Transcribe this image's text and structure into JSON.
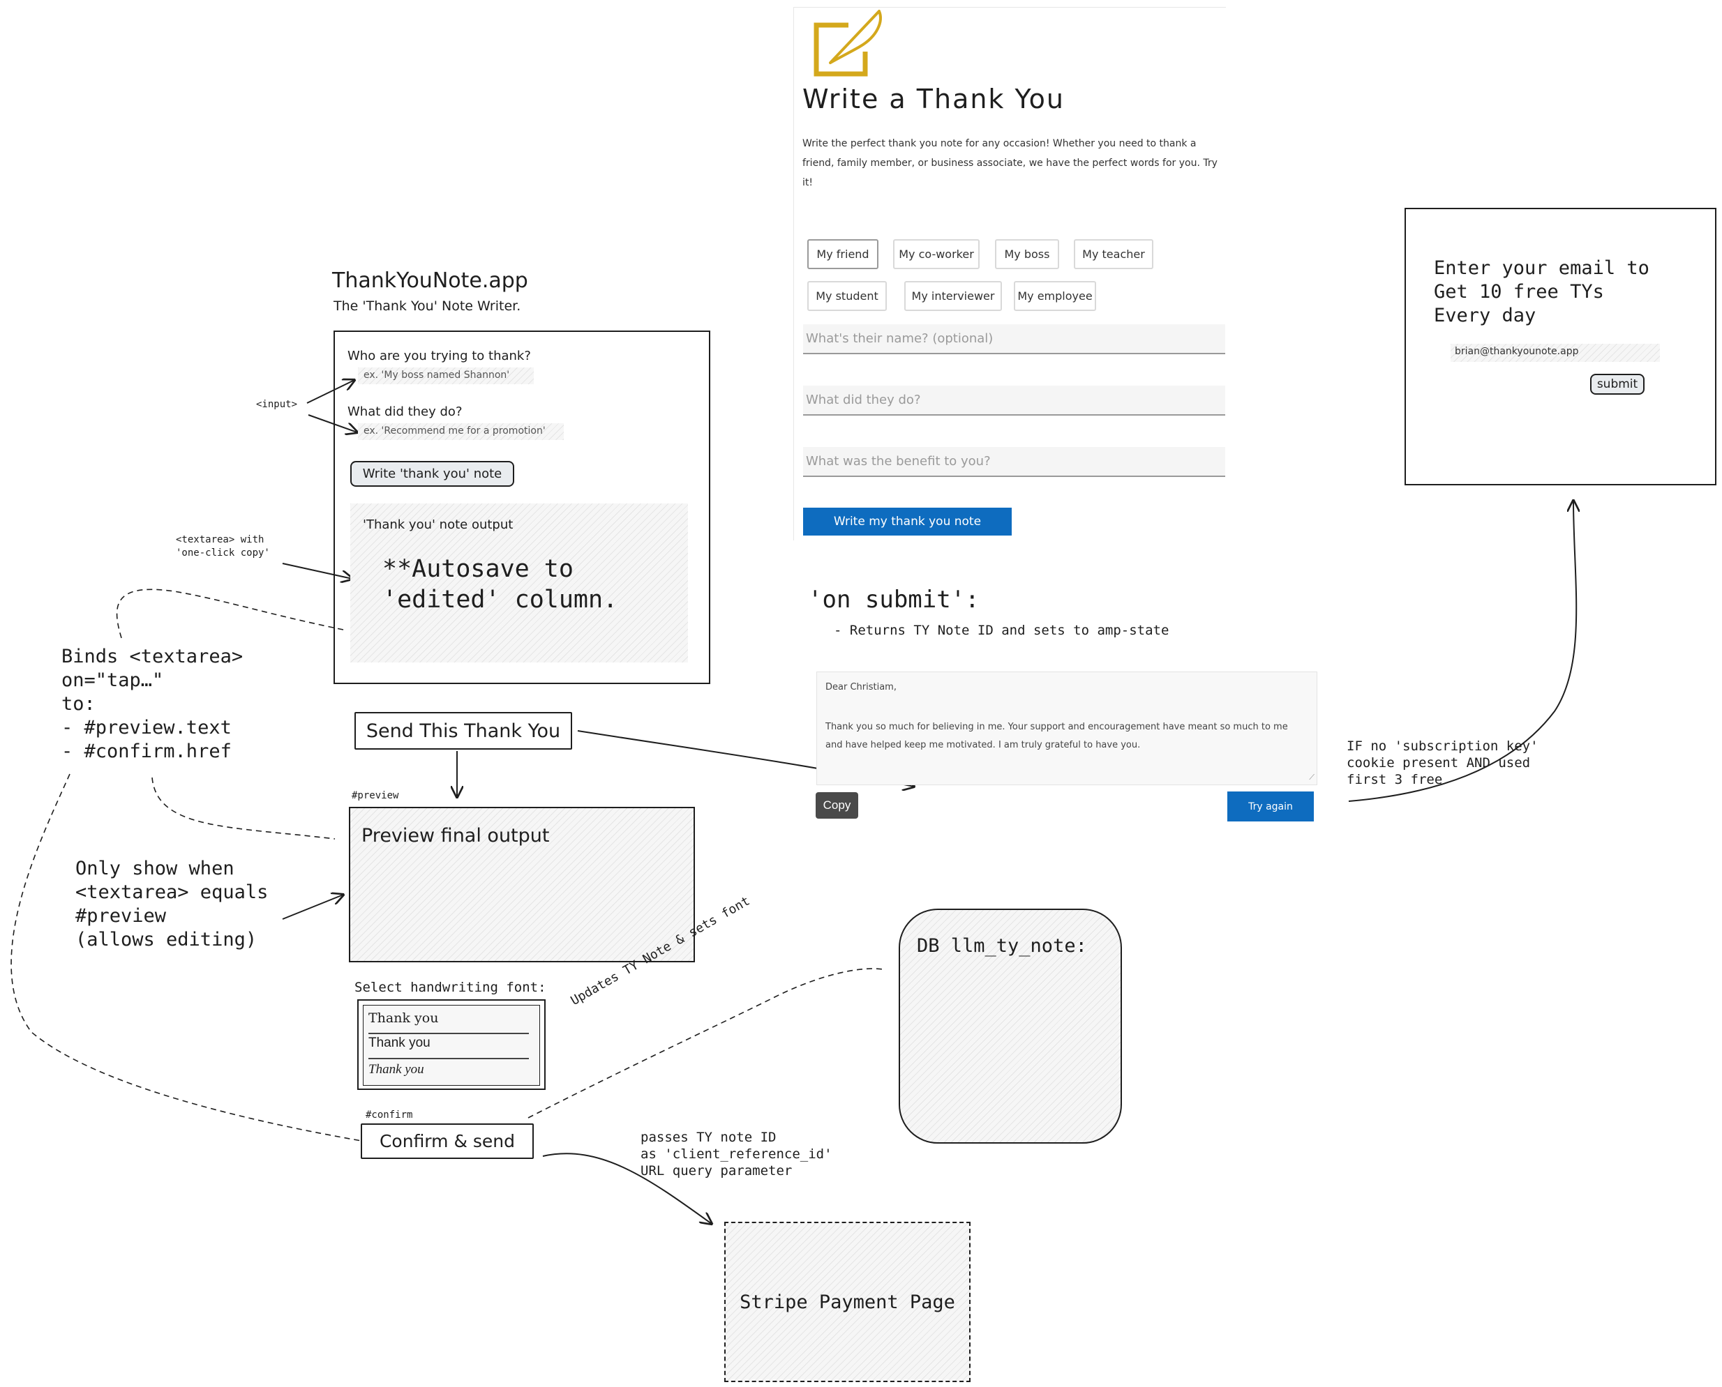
{
  "wireframe": {
    "app_title": "ThankYouNote.app",
    "app_subtitle": "The 'Thank You' Note Writer.",
    "form": {
      "q1": "Who are you trying to thank?",
      "q1_placeholder": "ex. 'My boss named Shannon'",
      "q2": "What did they do?",
      "q2_placeholder": "ex. 'Recommend me for a promotion'",
      "write_button": "Write 'thank you' note",
      "output_label": "'Thank you' note output",
      "output_text_line1": "**Autosave to",
      "output_text_line2": "'edited' column."
    },
    "send_button": "Send This Thank You",
    "preview_id": "#preview",
    "preview_label": "Preview final output",
    "font_select_label": "Select handwriting font:",
    "font_options": [
      "Thank you",
      "Thank you",
      "Thank you"
    ],
    "confirm_id": "#confirm",
    "confirm_button": "Confirm & send",
    "stripe_label": "Stripe Payment Page",
    "db_label": "DB llm_ty_note:"
  },
  "annotations": {
    "input_tag": "<input>",
    "textarea_note_line1": "<textarea> with",
    "textarea_note_line2": "'one-click copy'",
    "binds": [
      "Binds <textarea>",
      "on=\"tap…\"",
      "to:",
      "- #preview.text",
      "- #confirm.href"
    ],
    "only_show": [
      "Only show when",
      "<textarea> equals",
      "#preview",
      "(allows editing)"
    ],
    "updates": "Updates TY Note & sets font",
    "passes": [
      "passes TY note ID",
      "as 'client_reference_id'",
      "URL query parameter"
    ],
    "on_submit_title": "'on submit':",
    "on_submit_desc": "- Returns TY Note ID and sets to amp-state",
    "if_no_sub": [
      "IF no 'subscription key'",
      "cookie present AND used",
      "first 3 free"
    ]
  },
  "mockup": {
    "title": "Write a Thank You",
    "description": "Write the perfect thank you note for any occasion! Whether you need to thank a friend, family member, or business associate, we have the perfect words for you. Try it!",
    "chips_row1": [
      "My friend",
      "My co-worker",
      "My boss",
      "My teacher"
    ],
    "chips_row2": [
      "My student",
      "My interviewer",
      "My employee"
    ],
    "field_name": "What's their name? (optional)",
    "field_did": "What did they do?",
    "field_benefit": "What was the benefit to you?",
    "submit_button": "Write my thank you note",
    "logo_icon": "pencil-square-icon",
    "accent": "#0e6cbf",
    "logo_color": "#d4a81c"
  },
  "result": {
    "greeting": "Dear Christiam,",
    "body": "Thank you so much for believing in me. Your support and encouragement have meant so much to me and have helped keep me motivated. I am truly grateful to have you.",
    "copy_button": "Copy",
    "try_again_button": "Try again"
  },
  "email_modal": {
    "heading": [
      "Enter your email to",
      "Get 10 free TYs",
      "Every day"
    ],
    "email_value": "brian@thankyounote.app",
    "submit_label": "submit"
  }
}
